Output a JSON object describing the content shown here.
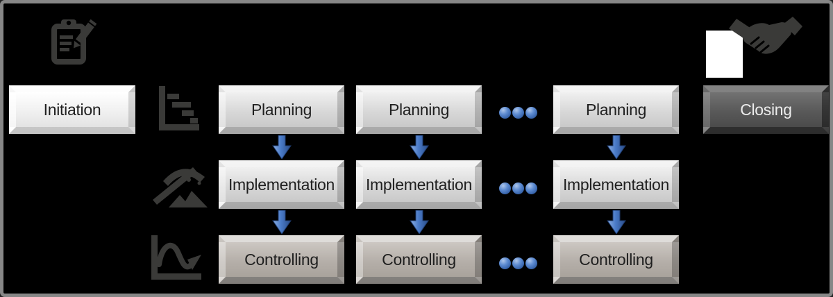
{
  "stages": {
    "initiation": {
      "label": "Initiation",
      "icon": "clipboard-pencil-icon"
    },
    "closing": {
      "label": "Closing",
      "icon": "handshake-icon"
    }
  },
  "rows": [
    {
      "id": "planning",
      "label": "Planning",
      "icon": "gantt-chart-icon"
    },
    {
      "id": "implementation",
      "label": "Implementation",
      "icon": "pickaxe-icon"
    },
    {
      "id": "controlling",
      "label": "Controlling",
      "icon": "trend-curve-icon"
    }
  ],
  "repeat_columns": 3,
  "continuation_dots": {
    "groups_per_row": 1,
    "dots_per_group": 3
  },
  "colors": {
    "background": "#000000",
    "frame_border": "#878787",
    "accent_blue": "#4472c4",
    "icon_gray": "#3a3a38",
    "initiation_box": "#f5f5f5",
    "planning_box": "#dcdcdc",
    "controlling_box": "#b8b2ac",
    "closing_box": "#5c5c5c",
    "dark_text": "#1f1f1f",
    "light_text": "#ececec"
  }
}
